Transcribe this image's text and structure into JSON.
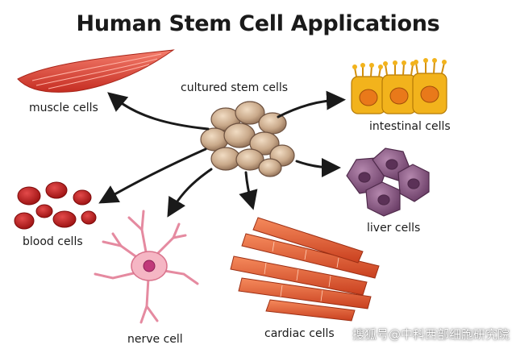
{
  "title": "Human Stem Cell Applications",
  "center_label": "cultured stem cells",
  "cell_types": [
    {
      "label": "muscle cells"
    },
    {
      "label": "intestinal cells"
    },
    {
      "label": "liver cells"
    },
    {
      "label": "blood cells"
    },
    {
      "label": "nerve cell"
    },
    {
      "label": "cardiac cells"
    }
  ],
  "watermark": "搜狐号@中科西部细胞研究院",
  "colors": {
    "stem_cell": "#c9a98a",
    "muscle": "#e0473a",
    "intestinal": "#f2b31c",
    "liver": "#8c5a86",
    "blood": "#c71f1f",
    "nerve": "#f2a7b6",
    "cardiac": "#e25a33",
    "arrow": "#1a1a1a"
  }
}
